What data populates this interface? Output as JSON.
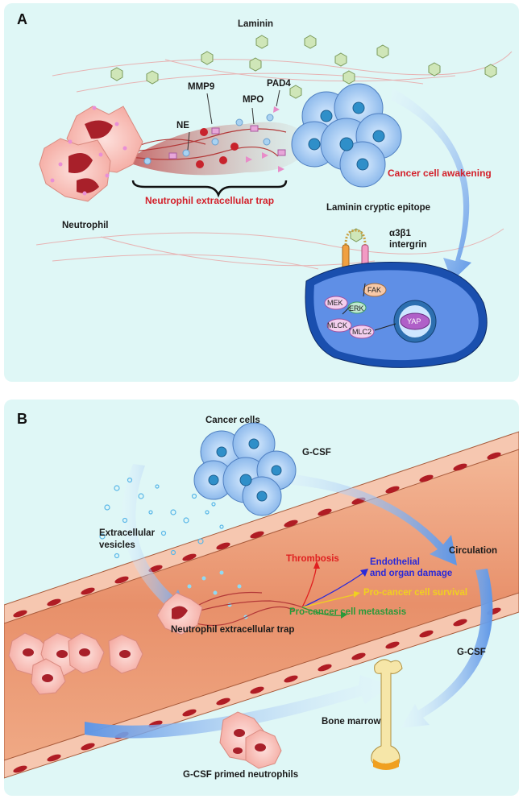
{
  "panel_a": {
    "letter": "A",
    "laminin": "Laminin",
    "mmp9": "MMP9",
    "mpo": "MPO",
    "pad4": "PAD4",
    "ne": "NE",
    "neutrophil": "Neutrophil",
    "net": "Neutrophil extracellular trap",
    "cancer_awakening": "Cancer cell awakening",
    "cryptic_epitope": "Laminin cryptic epitope",
    "integrin_line1": "α3β1",
    "integrin_line2": "intergrin",
    "pathway": {
      "fak": "FAK",
      "mek": "MEK",
      "erk": "ERK",
      "mlck": "MLCK",
      "mlc2": "MLC2",
      "yap": "YAP"
    }
  },
  "panel_b": {
    "letter": "B",
    "cancer_cells": "Cancer cells",
    "gcsf_top": "G-CSF",
    "ev_line1": "Extracellular",
    "ev_line2": "vesicles",
    "circulation": "Circulation",
    "thrombosis": "Thrombosis",
    "endo_line1": "Endothelial",
    "endo_line2": "and organ damage",
    "survival": "Pro-cancer cell survival",
    "metastasis": "Pro-cancer cell metastasis",
    "net": "Neutrophil extracellular trap",
    "gcsf_bottom": "G-CSF",
    "bone_marrow": "Bone marrow",
    "primed": "G-CSF primed neutrophils"
  },
  "colors": {
    "panel_bg": "#dff7f6",
    "vessel": "#e8a07a",
    "cancer_text": "#d3202a",
    "thrombosis": "#e02020",
    "endothelial": "#2a2ad8",
    "survival": "#f0d020",
    "metastasis": "#2a9a3a",
    "flow_arrow": "#6fa3e8"
  }
}
